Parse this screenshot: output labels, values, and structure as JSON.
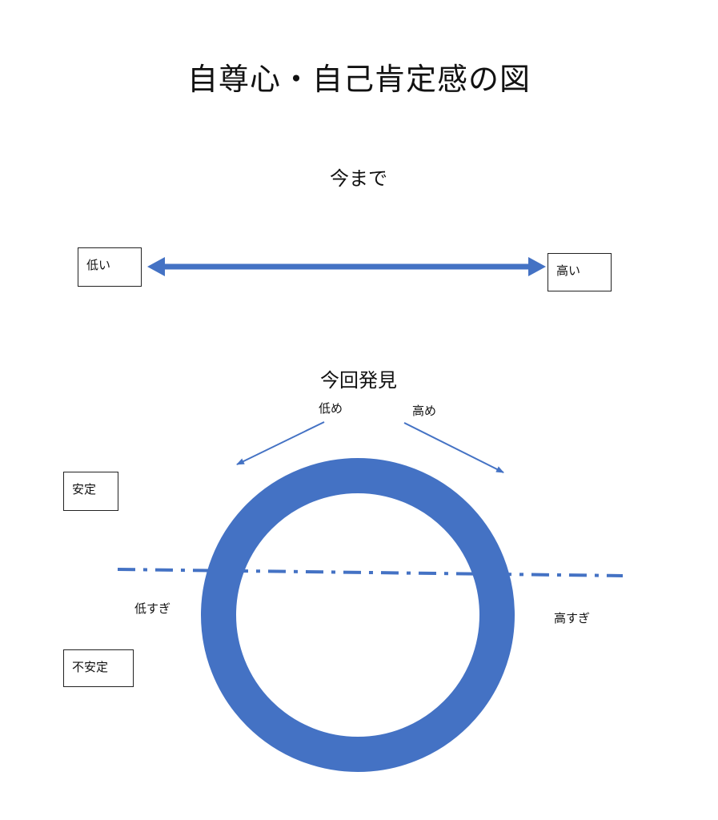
{
  "title": "自尊心・自己肯定感の図",
  "before": {
    "heading": "今まで",
    "low_label": "低い",
    "high_label": "高い"
  },
  "discovery": {
    "heading": "今回発見",
    "lower_label": "低め",
    "higher_label": "高め",
    "stable_label": "安定",
    "unstable_label": "不安定",
    "too_low_label": "低すぎ",
    "too_high_label": "高すぎ"
  },
  "colors": {
    "accent": "#4472c4",
    "box_border": "#222222"
  }
}
